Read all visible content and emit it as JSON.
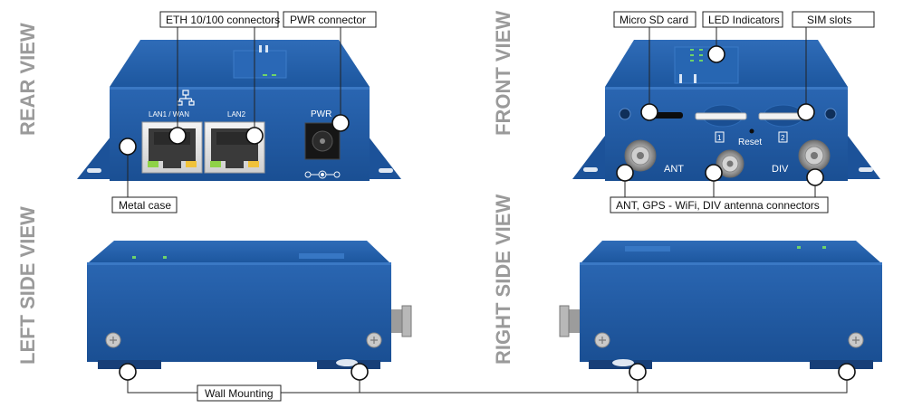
{
  "views": {
    "rear": "REAR VIEW",
    "front": "FRONT VIEW",
    "left": "LEFT SIDE VIEW",
    "right": "RIGHT SIDE VIEW"
  },
  "callouts": {
    "eth": "ETH 10/100 connectors",
    "pwr": "PWR connector",
    "metal": "Metal case",
    "microsd": "Micro SD card",
    "led": "LED Indicators",
    "sim": "SIM slots",
    "antennas": "ANT, GPS - WiFi, DIV antenna connectors",
    "wall": "Wall Mounting"
  },
  "device_labels": {
    "lan1": "LAN1 / WAN",
    "lan2": "LAN2",
    "pwr": "PWR",
    "ant": "ANT",
    "div": "DIV",
    "reset": "Reset",
    "sim1": "1",
    "sim2": "2"
  },
  "colors": {
    "case_blue": "#1f5aa6",
    "case_dark": "#164a8c",
    "case_light": "#2d6bb9",
    "callout_line": "#222222",
    "title_gray": "#9a9a9a"
  }
}
